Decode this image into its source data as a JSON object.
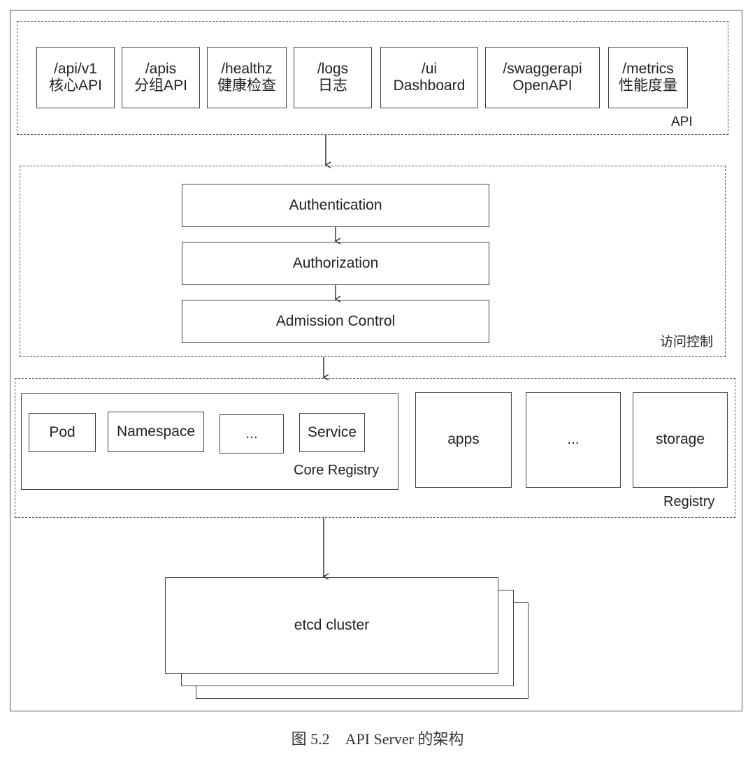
{
  "api_section": {
    "label": "API",
    "endpoints": [
      {
        "path": "/api/v1",
        "desc": "核心API"
      },
      {
        "path": "/apis",
        "desc": "分组API"
      },
      {
        "path": "/healthz",
        "desc": "健康检查"
      },
      {
        "path": "/logs",
        "desc": "日志"
      },
      {
        "path": "/ui",
        "desc": "Dashboard"
      },
      {
        "path": "/swaggerapi",
        "desc": "OpenAPI"
      },
      {
        "path": "/metrics",
        "desc": "性能度量"
      }
    ]
  },
  "access_control": {
    "label": "访问控制",
    "steps": [
      "Authentication",
      "Authorization",
      "Admission Control"
    ]
  },
  "registry": {
    "label": "Registry",
    "core": {
      "label": "Core Registry",
      "items": [
        "Pod",
        "Namespace",
        "...",
        "Service"
      ]
    },
    "groups": [
      "apps",
      "...",
      "storage"
    ]
  },
  "etcd": {
    "label": "etcd cluster"
  },
  "caption": "图 5.2　API Server 的架构"
}
